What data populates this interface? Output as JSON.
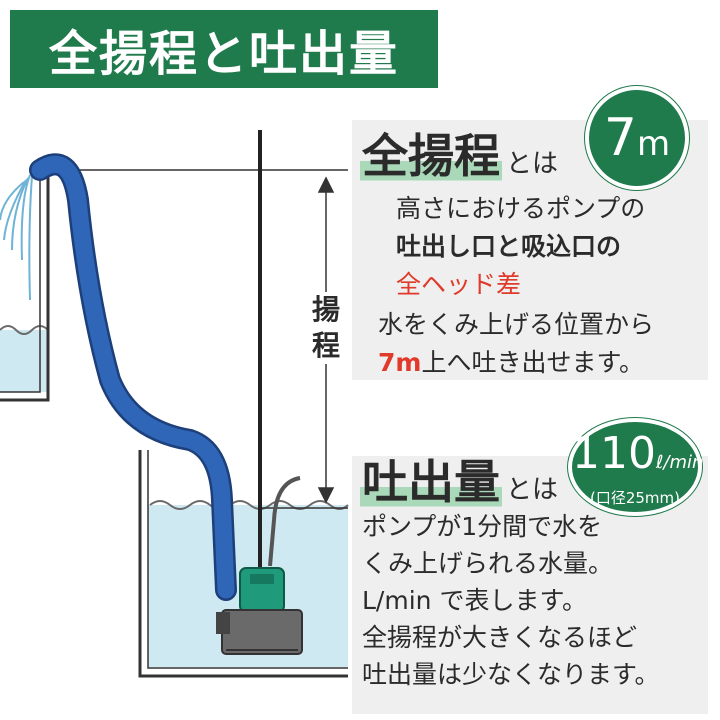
{
  "banner": {
    "title": "全揚程と吐出量"
  },
  "head_section": {
    "heading": "全揚程",
    "heading_suffix": "とは",
    "value": "7",
    "unit": "m",
    "desc_line1": "高さにおけるポンプの",
    "desc_line2": "吐出し口と吸込口の",
    "desc_line3": "全ヘッド差",
    "desc2_line1": "水をくみ上げる位置から",
    "desc2_value": "7m",
    "desc2_rest": "上へ吐き出せます。"
  },
  "diagram": {
    "vertical_label_1": "揚",
    "vertical_label_2": "程"
  },
  "flow_section": {
    "heading": "吐出量",
    "heading_suffix": "とは",
    "value": "110",
    "unit": "ℓ/min",
    "note": "(口径25mm)",
    "lines": [
      "ポンプが1分間で水を",
      "くみ上げられる水量。",
      "L/min で表します。",
      "全揚程が大きくなるほど",
      "吐出量は少なくなります。"
    ]
  },
  "colors": {
    "brand_green": "#1f7a4c",
    "highlight_red": "#e03a2a",
    "hose_blue": "#2f66b8",
    "water": "#cfe9f3"
  }
}
